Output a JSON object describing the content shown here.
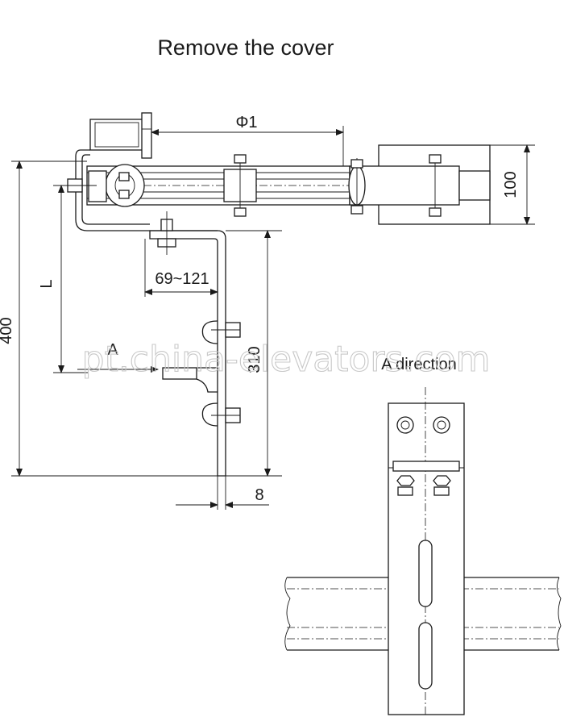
{
  "title": "Remove the cover",
  "dimensions": {
    "phi1": "Φ1",
    "d100": "100",
    "d400": "400",
    "L": "L",
    "d69_121": "69~121",
    "d310": "310",
    "d8": "8"
  },
  "view_arrow_label": "A",
  "view_title": "A direction",
  "watermark": "pt.china-elevators.com"
}
